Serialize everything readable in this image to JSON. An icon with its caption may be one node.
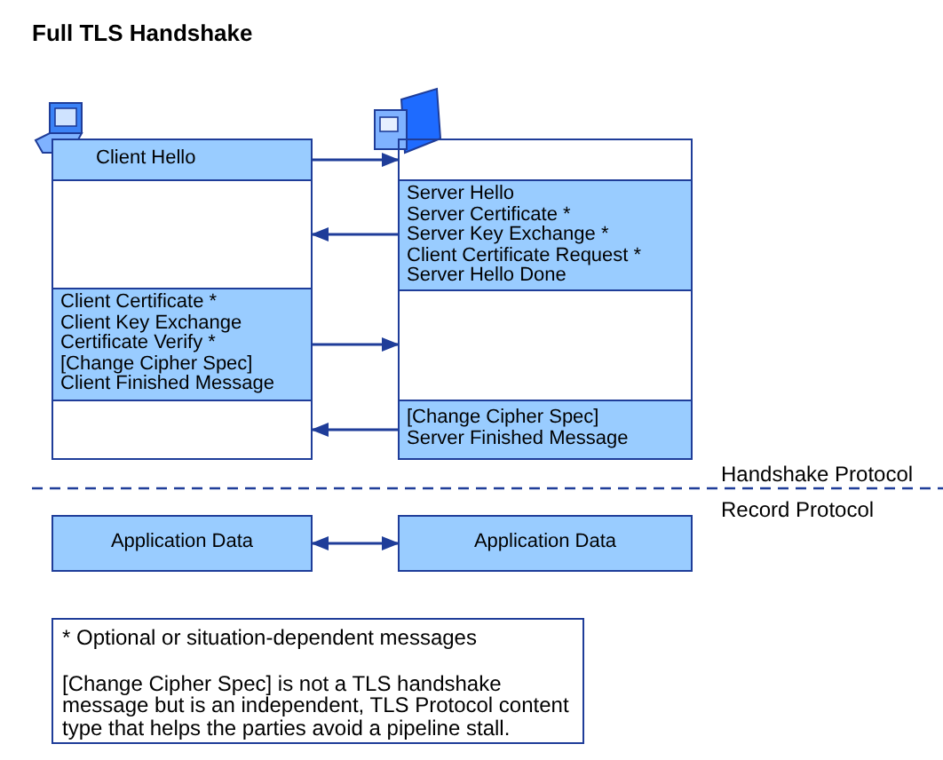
{
  "diagram": {
    "title": "Full TLS Handshake",
    "nodes": [
      {
        "text": [
          "Client Hello"
        ]
      },
      {
        "text": [],
        "shape": "box"
      },
      {
        "text": [
          "Client Certificate *",
          "Client Key Exchange",
          "Certificate Verify *",
          "[Change Cipher Spec]",
          "Client Finished Message"
        ]
      },
      {
        "text": [],
        "shape": "box"
      },
      {
        "text": [],
        "shape": "box"
      },
      {
        "text": [
          "Server Hello",
          "Server Certificate *",
          "Server Key Exchange *",
          "Client Certificate Request *",
          "Server Hello Done"
        ]
      },
      {
        "text": [],
        "shape": "box"
      },
      {
        "text": [
          "[Change Cipher Spec]",
          "Server Finished Message"
        ]
      },
      {
        "text": [
          "Application Data"
        ]
      },
      {
        "text": [
          "Application Data"
        ]
      },
      {
        "text": [
          "* Optional or situation-dependent messages",
          "[Change Cipher Spec] is not a TLS handshake message but is an independent, TLS Protocol content type that helps the parties avoid a pipeline stall."
        ]
      }
    ],
    "edges": [
      {
        "from": 0,
        "to": 4,
        "arrow": "to"
      },
      {
        "from": 5,
        "to": 1,
        "arrow": "to"
      },
      {
        "from": 2,
        "to": 6,
        "arrow": "to"
      },
      {
        "from": 7,
        "to": 3,
        "arrow": "to"
      },
      {
        "from": 8,
        "to": 9,
        "arrow": "both"
      }
    ],
    "labels": [
      "Handshake Protocol",
      "Record Protocol"
    ]
  }
}
